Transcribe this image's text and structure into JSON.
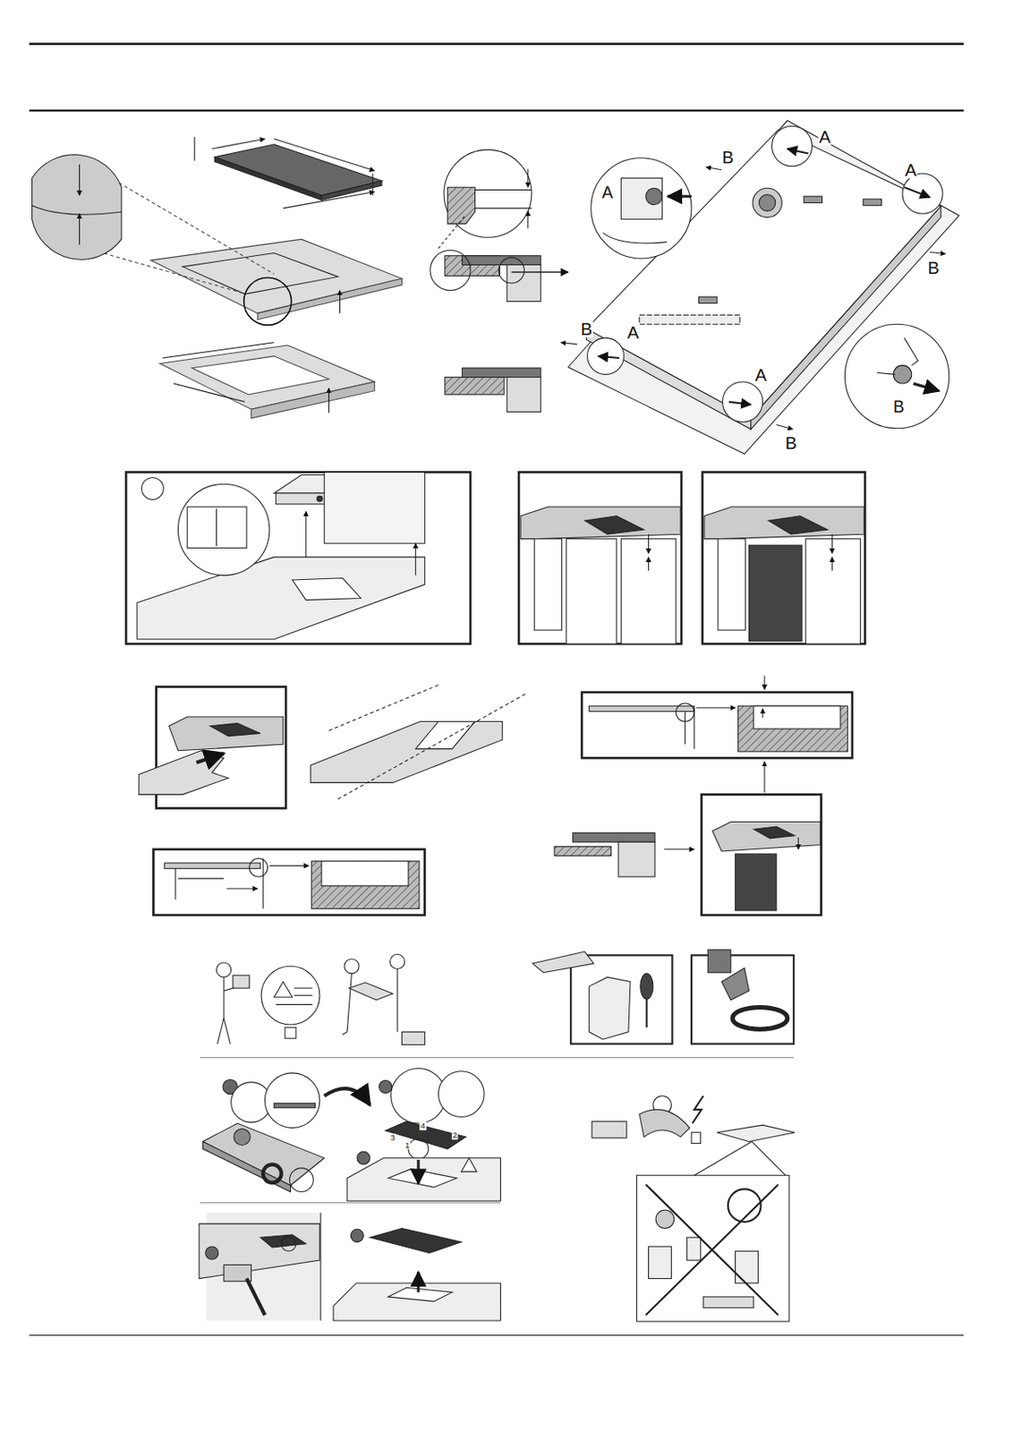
{
  "diagram": {
    "labels": [
      "A",
      "A",
      "B",
      "B",
      "B",
      "A",
      "A",
      "B",
      "A",
      "B",
      "3",
      "4",
      "1",
      "2"
    ]
  }
}
